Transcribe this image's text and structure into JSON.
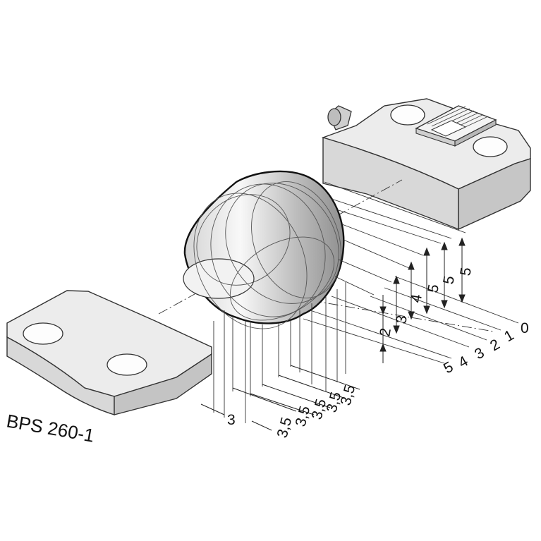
{
  "product_label": "BPS 260-1",
  "offset_scale_labels": [
    "5",
    "4",
    "3",
    "2",
    "1",
    "0"
  ],
  "vertical_dims": [
    "2",
    "3",
    "4",
    "5",
    "5",
    "5"
  ],
  "horizontal_dims": [
    "3",
    "3,5",
    "3,5",
    "3,5",
    "3,5",
    "3,5"
  ]
}
